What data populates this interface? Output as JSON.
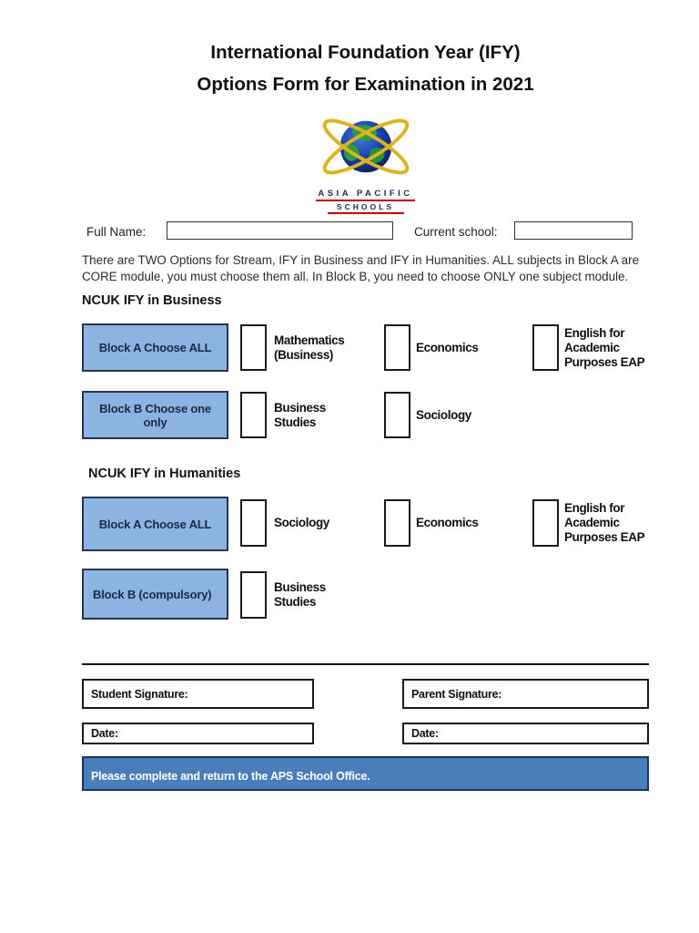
{
  "title": {
    "line1": "International Foundation Year (IFY)",
    "line2": "Options Form for Examination in 2021"
  },
  "logo": {
    "org_line1": "ASIA PACIFIC",
    "org_line2": "SCHOOLS",
    "icon": "globe-with-orbits-icon",
    "colors": {
      "orbit": "#ddb41f",
      "globe_deep": "#0a1a56",
      "globe_light": "#3f7de0",
      "land": "#2f9e41",
      "text": "#1a2a5e",
      "rule": "#c00000"
    }
  },
  "student_info": {
    "full_name_label": "Full Name:",
    "full_name_value": "",
    "current_school_label": "Current school:",
    "current_school_value": ""
  },
  "instructions": "There are TWO Options for Stream, IFY in Business and IFY in Humanities. ALL subjects in Block A are CORE module, you must choose them all. In Block B, you need to choose ONLY one subject module.",
  "sections": [
    {
      "heading": "NCUK IFY in Business",
      "rows": [
        {
          "block_label": "Block A Choose ALL",
          "options": [
            {
              "label": "Mathematics (Business)",
              "checked": false
            },
            {
              "label": "Economics",
              "checked": false
            },
            {
              "label": "English for Academic Purposes EAP",
              "checked": false
            }
          ]
        },
        {
          "block_label": "Block B Choose one only",
          "options": [
            {
              "label": "Business Studies",
              "checked": false
            },
            {
              "label": "Sociology",
              "checked": false
            }
          ]
        }
      ]
    },
    {
      "heading": "NCUK IFY in Humanities",
      "rows": [
        {
          "block_label": "Block A Choose ALL",
          "options": [
            {
              "label": "Sociology",
              "checked": false
            },
            {
              "label": "Economics",
              "checked": false
            },
            {
              "label": "English for Academic Purposes EAP",
              "checked": false
            }
          ]
        },
        {
          "block_label": "Block B (compulsory)",
          "options": [
            {
              "label": "Business Studies",
              "checked": false
            }
          ]
        }
      ]
    }
  ],
  "signatures": {
    "student_label": "Student Signature:",
    "parent_label": "Parent Signature:",
    "student_date_label": "Date:",
    "parent_date_label": "Date:"
  },
  "footer": {
    "notice": "Please complete and return to the APS School Office.",
    "bar_color": "#4a7ebb"
  },
  "colors": {
    "block_fill": "#8db3e2",
    "block_border": "#24364e"
  }
}
